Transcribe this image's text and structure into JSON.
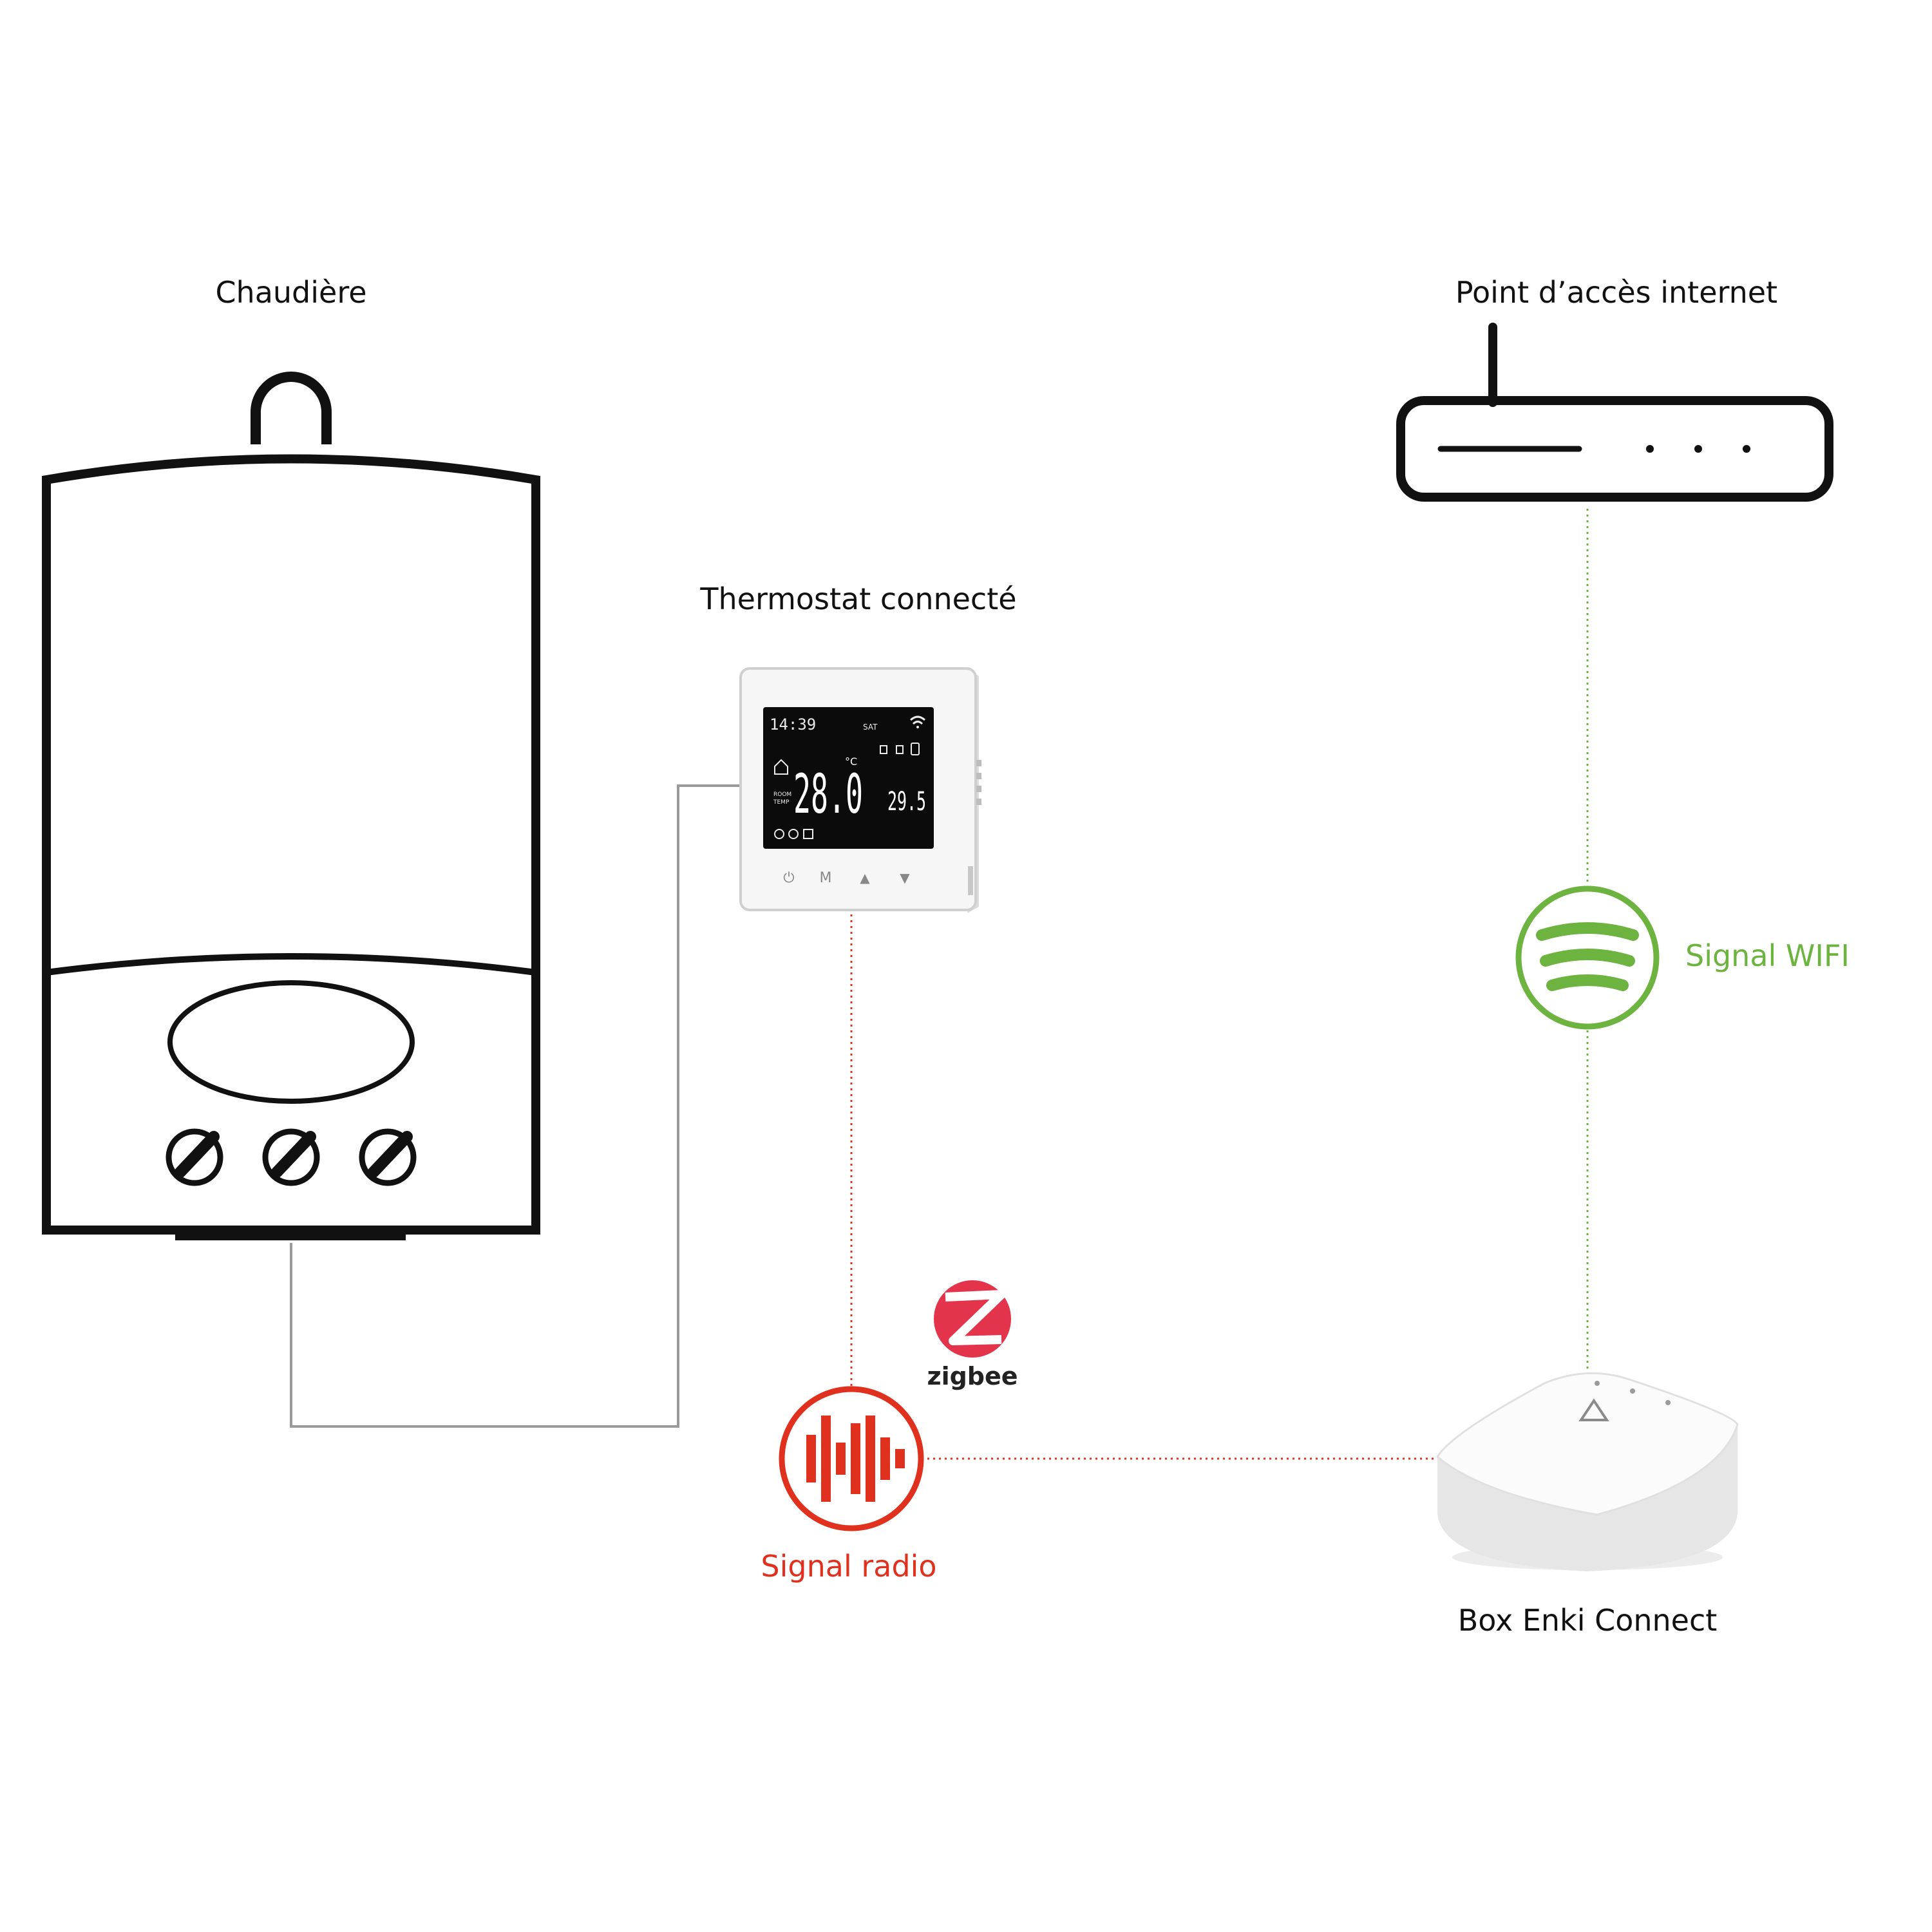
{
  "labels": {
    "boiler": "Chaudière",
    "router": "Point d’accès internet",
    "thermostat": "Thermostat connecté",
    "wifi": "Signal WIFI",
    "radio": "Signal radio",
    "box": "Box Enki Connect",
    "zigbee": "zigbee"
  },
  "thermostat_screen": {
    "time": "14:39",
    "day": "SAT",
    "room_temp": "28.0",
    "unit": "°C",
    "set_temp": "29.5",
    "room_label_1": "ROOM",
    "room_label_2": "TEMP",
    "buttons": [
      "⏻",
      "M",
      "▲",
      "▼"
    ]
  },
  "colors": {
    "wifi_green": "#6db33f",
    "radio_red": "#e0301e",
    "zigbee_red": "#e4344b",
    "outline_black": "#111111",
    "wire_gray": "#9a9a9a"
  },
  "icons": {
    "boiler": "boiler-icon",
    "router": "router-icon",
    "wifi": "wifi-icon",
    "radio": "radio-wave-icon",
    "zigbee": "zigbee-logo-icon",
    "box": "hub-box-icon",
    "thermostat": "thermostat-icon"
  }
}
